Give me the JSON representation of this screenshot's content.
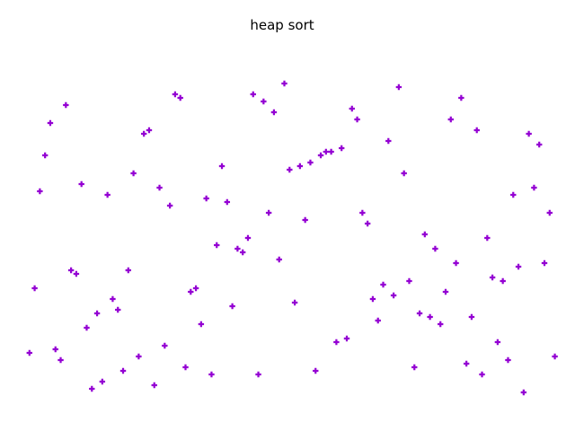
{
  "chart_data": {
    "type": "scatter",
    "title": "heap sort",
    "xlabel": "",
    "ylabel": "",
    "axes_visible": false,
    "grid": false,
    "xlim": [
      0,
      100
    ],
    "ylim": [
      0,
      100
    ],
    "marker_color": "#9400d3",
    "marker_shape": "plus",
    "series": [
      {
        "points": [
          [
            1,
            16
          ],
          [
            2,
            34
          ],
          [
            3,
            61
          ],
          [
            4,
            71
          ],
          [
            5,
            80
          ],
          [
            6,
            17
          ],
          [
            7,
            14
          ],
          [
            8,
            85
          ],
          [
            9,
            39
          ],
          [
            10,
            38
          ],
          [
            11,
            63
          ],
          [
            12,
            23
          ],
          [
            13,
            6
          ],
          [
            14,
            27
          ],
          [
            15,
            8
          ],
          [
            16,
            60
          ],
          [
            17,
            31
          ],
          [
            18,
            28
          ],
          [
            19,
            11
          ],
          [
            20,
            39
          ],
          [
            21,
            66
          ],
          [
            22,
            15
          ],
          [
            23,
            77
          ],
          [
            24,
            78
          ],
          [
            25,
            7
          ],
          [
            26,
            62
          ],
          [
            27,
            18
          ],
          [
            28,
            57
          ],
          [
            29,
            88
          ],
          [
            30,
            87
          ],
          [
            31,
            12
          ],
          [
            32,
            33
          ],
          [
            33,
            34
          ],
          [
            34,
            24
          ],
          [
            35,
            59
          ],
          [
            36,
            10
          ],
          [
            37,
            46
          ],
          [
            38,
            68
          ],
          [
            39,
            58
          ],
          [
            40,
            29
          ],
          [
            41,
            45
          ],
          [
            42,
            44
          ],
          [
            43,
            48
          ],
          [
            44,
            88
          ],
          [
            45,
            10
          ],
          [
            46,
            86
          ],
          [
            47,
            55
          ],
          [
            48,
            83
          ],
          [
            49,
            42
          ],
          [
            50,
            91
          ],
          [
            51,
            67
          ],
          [
            52,
            30
          ],
          [
            53,
            68
          ],
          [
            54,
            53
          ],
          [
            55,
            69
          ],
          [
            56,
            11
          ],
          [
            57,
            71
          ],
          [
            58,
            72
          ],
          [
            59,
            72
          ],
          [
            60,
            19
          ],
          [
            61,
            73
          ],
          [
            62,
            20
          ],
          [
            63,
            84
          ],
          [
            64,
            81
          ],
          [
            65,
            55
          ],
          [
            66,
            52
          ],
          [
            67,
            31
          ],
          [
            68,
            25
          ],
          [
            69,
            35
          ],
          [
            70,
            75
          ],
          [
            71,
            32
          ],
          [
            72,
            90
          ],
          [
            73,
            66
          ],
          [
            74,
            36
          ],
          [
            75,
            12
          ],
          [
            76,
            27
          ],
          [
            77,
            49
          ],
          [
            78,
            26
          ],
          [
            79,
            45
          ],
          [
            80,
            24
          ],
          [
            81,
            33
          ],
          [
            82,
            81
          ],
          [
            83,
            41
          ],
          [
            84,
            87
          ],
          [
            85,
            13
          ],
          [
            86,
            26
          ],
          [
            87,
            78
          ],
          [
            88,
            10
          ],
          [
            89,
            48
          ],
          [
            90,
            37
          ],
          [
            91,
            19
          ],
          [
            92,
            36
          ],
          [
            93,
            14
          ],
          [
            94,
            60
          ],
          [
            95,
            40
          ],
          [
            96,
            5
          ],
          [
            97,
            77
          ],
          [
            98,
            62
          ],
          [
            99,
            74
          ],
          [
            100,
            41
          ],
          [
            101,
            55
          ],
          [
            102,
            15
          ]
        ]
      }
    ]
  }
}
